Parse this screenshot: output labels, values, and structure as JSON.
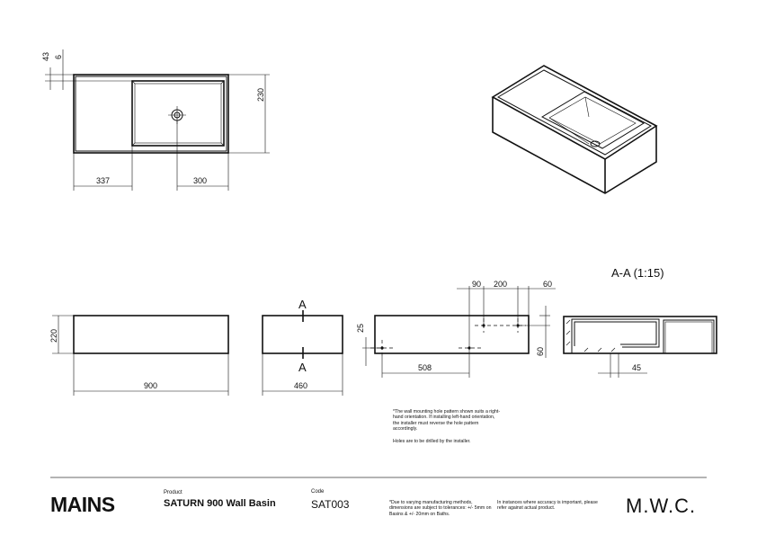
{
  "drawing": {
    "plan_dims": {
      "d43": "43",
      "d6": "6",
      "d230": "230",
      "d337": "337",
      "d300": "300"
    },
    "front_dims": {
      "d220": "220",
      "d900": "900"
    },
    "side_dims": {
      "d460": "460",
      "section_mark_top": "A",
      "section_mark_bottom": "A"
    },
    "rear_dims": {
      "d90": "90",
      "d200": "200",
      "d60_top": "60",
      "d25": "25",
      "d60_side": "60",
      "d508": "508"
    },
    "section": {
      "title": "A-A (1:15)",
      "d45": "45"
    }
  },
  "notes": {
    "hole_pattern": "*The wall mounting hole pattern shown suits a right-hand orientation. If installing left-hand orientation, the installer must reverse the hole pattern accordingly.",
    "drilling": "Holes are to be drilled by the installer."
  },
  "footer": {
    "brand_logo": "MAINS",
    "product_label": "Product",
    "product_name": "SATURN 900 Wall Basin",
    "code_label": "Code",
    "code": "SAT003",
    "tolerance_note": "*Due to varying manufacturing methods, dimensions are subject to tolerances: +/- 5mm on Basins & +/- 20mm on Baths.",
    "accuracy_note": "In instances where accuracy is important, please refer against actual product.",
    "mwc_logo": "M.W.C."
  }
}
